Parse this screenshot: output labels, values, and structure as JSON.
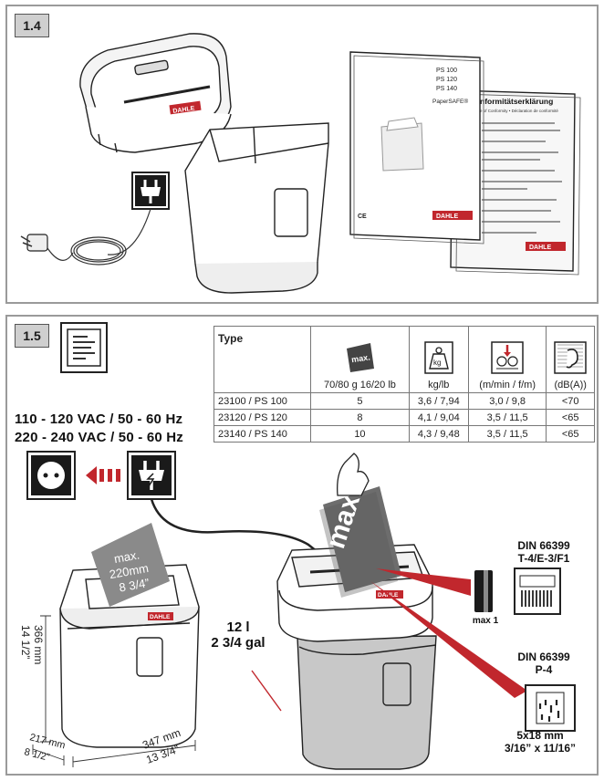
{
  "panel_1_4": {
    "step": "1.4"
  },
  "manual_cover": {
    "models": [
      "PS 100",
      "PS 120",
      "PS 140"
    ],
    "product": "PaperSAFE®",
    "brand": "DAHLE",
    "marks": "CE"
  },
  "conformity_sheet": {
    "title": "nformitätserklärung",
    "subtitle": "e of Conformity • Déclaration de conformité",
    "brand": "DAHLE"
  },
  "panel_1_5": {
    "step": "1.5"
  },
  "spec_table": {
    "type_label": "Type",
    "icon_labels": [
      "max.",
      "kg",
      ""
    ],
    "column_headers": [
      "70/80 g  16/20 lb",
      "kg/lb",
      "(m/min / f/m)",
      "(dB(A))"
    ],
    "rows": [
      [
        "23100 / PS 100",
        "5",
        "3,6 / 7,94",
        "3,0 / 9,8",
        "<70"
      ],
      [
        "23120 / PS 120",
        "8",
        "4,1 / 9,04",
        "3,5 / 11,5",
        "<65"
      ],
      [
        "23140 / PS 140",
        "10",
        "4,3 / 9,48",
        "3,5 / 11,5",
        "<65"
      ]
    ]
  },
  "voltage": {
    "line1": "110 - 120 VAC / 50 - 60 Hz",
    "line2": "220 - 240 VAC / 50 - 60 Hz"
  },
  "paper_sign": {
    "line1": "max.",
    "line2": "220mm",
    "line3": "8 3/4”"
  },
  "feed_paper_label": "max.",
  "dimensions": {
    "height_mm": "366 mm",
    "height_in": "14 1/2”",
    "depth_mm": "217 mm",
    "depth_in": "8 1/2”",
    "width_mm": "347 mm",
    "width_in": "13 3/4”"
  },
  "capacity": {
    "liters": "12 l",
    "gallons": "2 3/4 gal"
  },
  "card_security": {
    "standard": "DIN 66399",
    "levels": "T-4/E-3/F1",
    "card_label": "max 1"
  },
  "paper_security": {
    "standard": "DIN 66399",
    "level": "P-4",
    "cut_mm": "5x18 mm",
    "cut_in": "3/16” x 11/16”"
  },
  "shredder_brand": "DAHLE"
}
